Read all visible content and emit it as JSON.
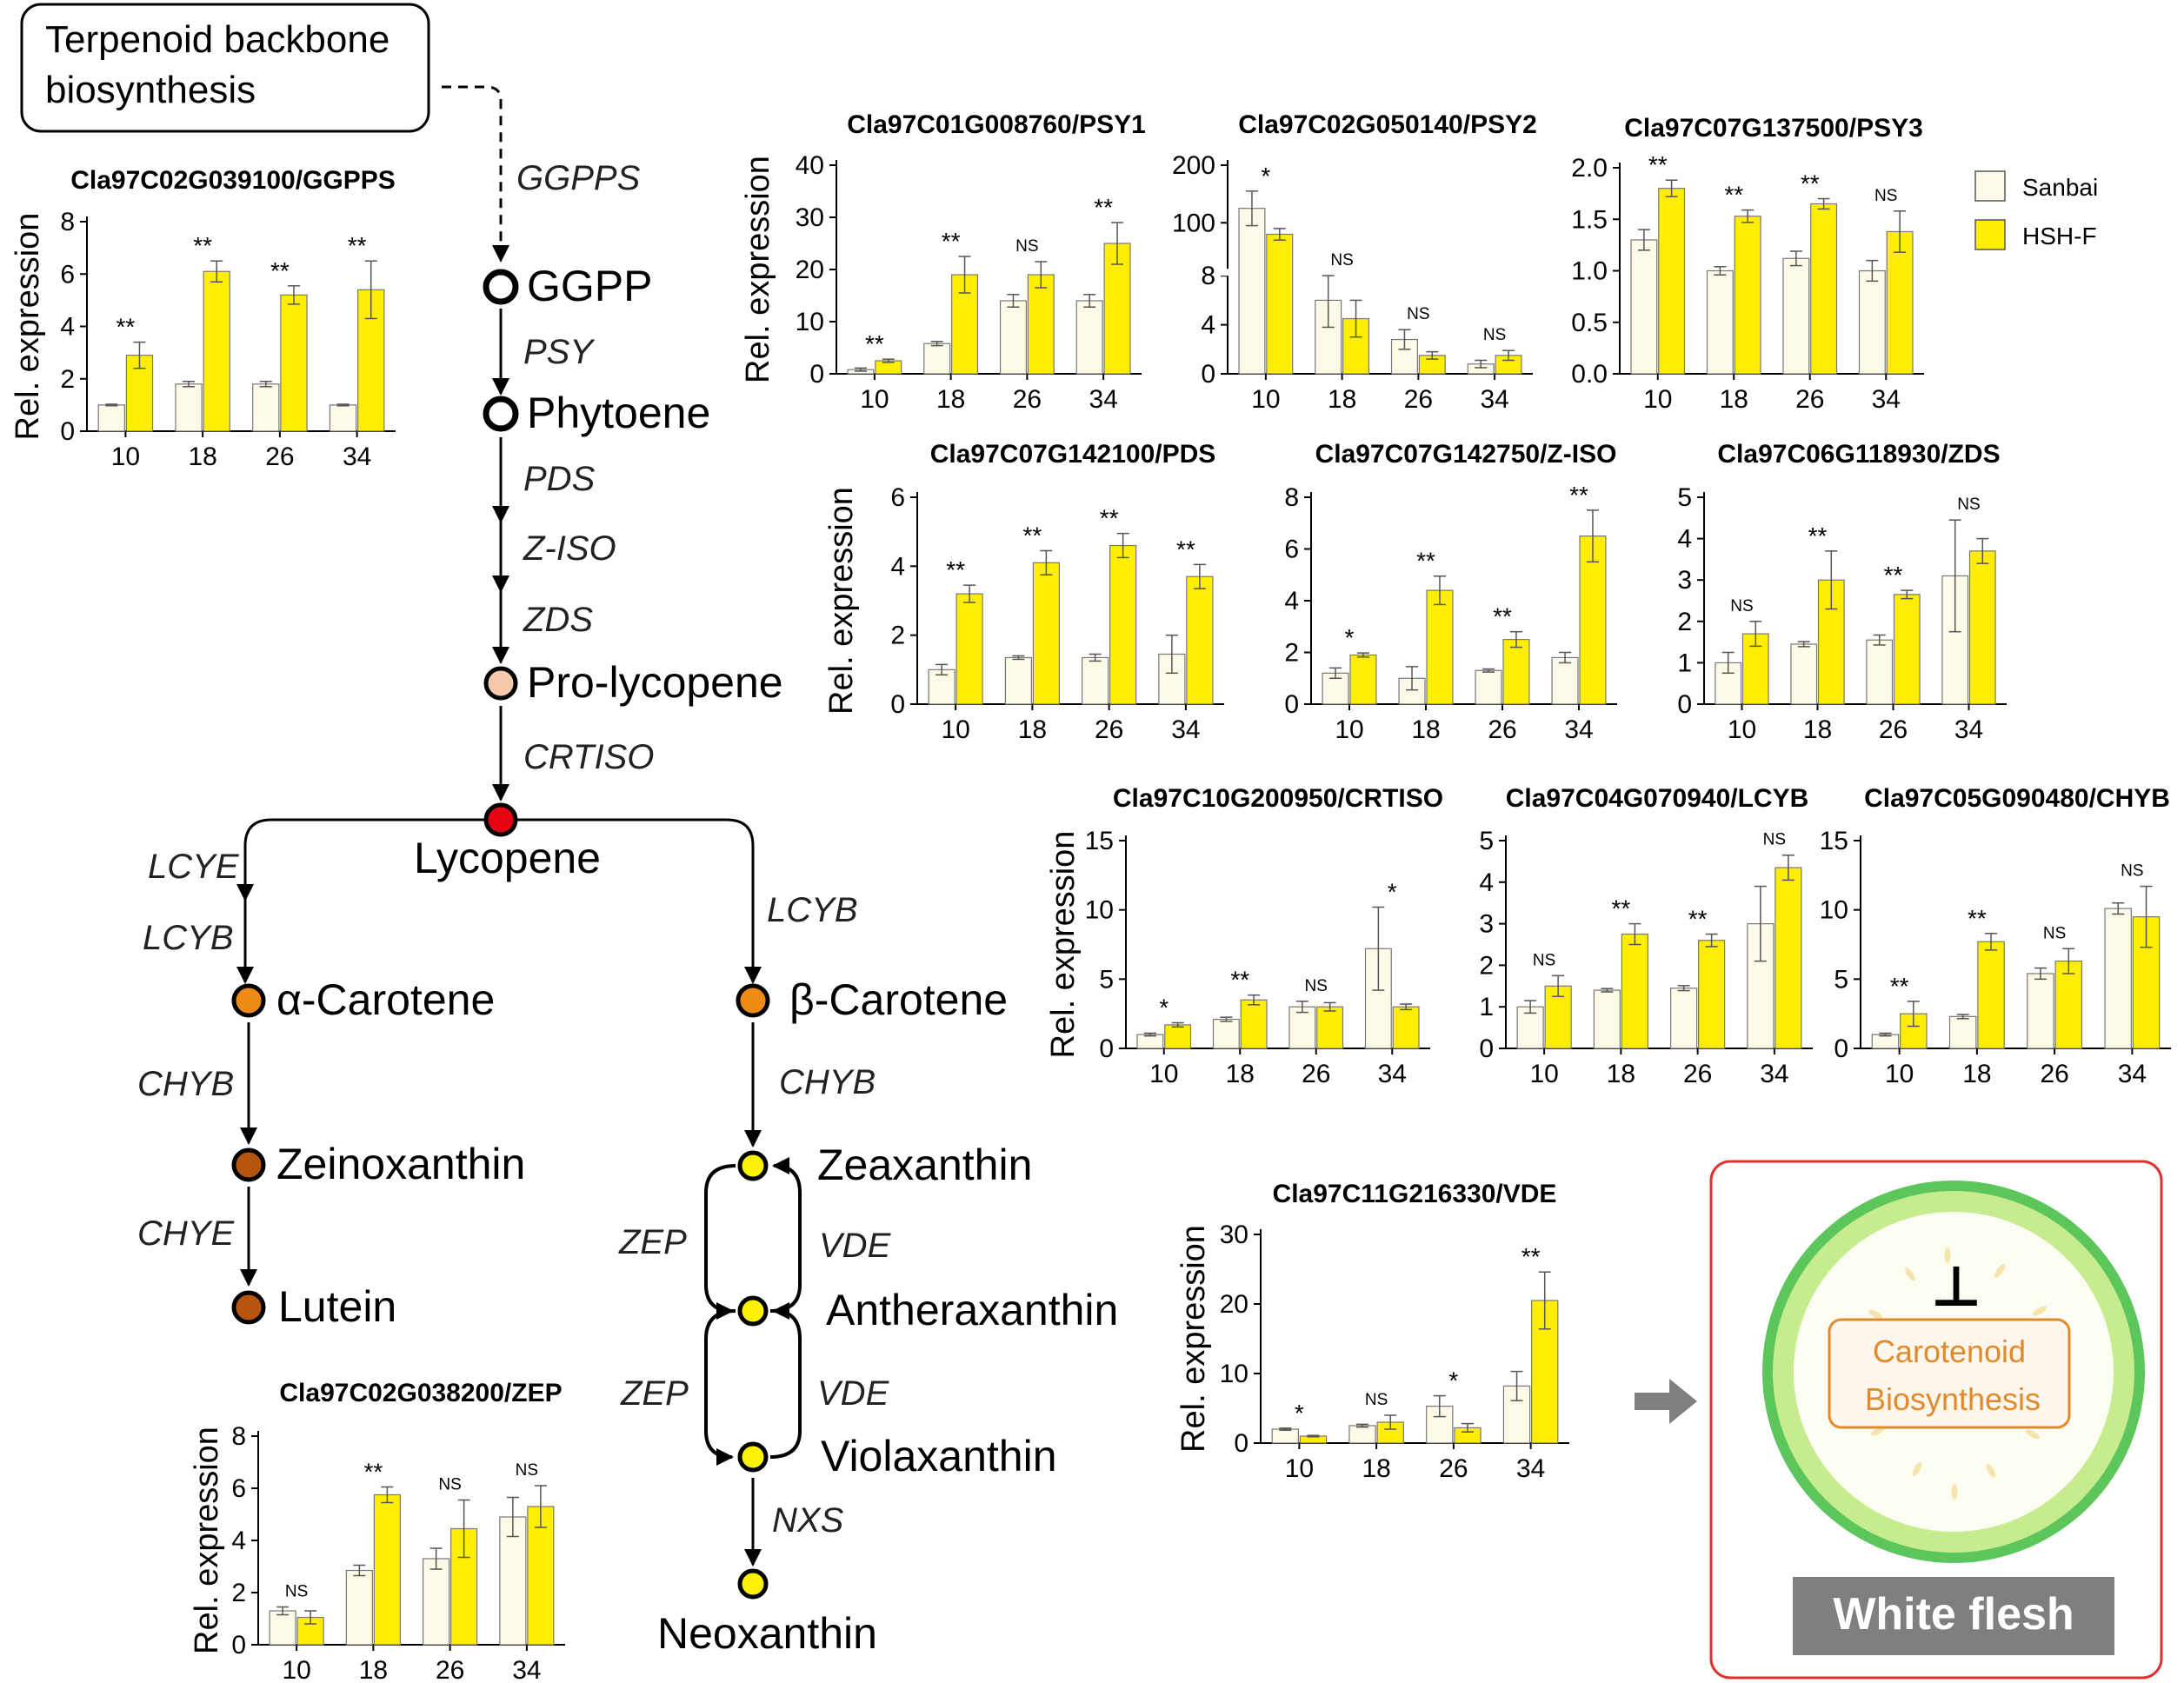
{
  "pathway": {
    "backbone_label": [
      "Terpenoid backbone",
      "biosynthesis"
    ],
    "metabolites": {
      "ggpp": "GGPP",
      "phytoene": "Phytoene",
      "prolycopene": "Pro-lycopene",
      "lycopene": "Lycopene",
      "acarotene": "α-Carotene",
      "bcarotene": "β-Carotene",
      "zeinoxanthin": "Zeinoxanthin",
      "lutein": "Lutein",
      "zeaxanthin": "Zeaxanthin",
      "antheraxanthin": "Antheraxanthin",
      "violaxanthin": "Violaxanthin",
      "neoxanthin": "Neoxanthin"
    },
    "enzymes": {
      "ggpps": "GGPPS",
      "psy": "PSY",
      "pds": "PDS",
      "ziso": "Z-ISO",
      "zds": "ZDS",
      "crtiso": "CRTISO",
      "lcye": "LCYE",
      "lcyb_left": "LCYB",
      "lcyb_right": "LCYB",
      "chyb_left": "CHYB",
      "chye": "CHYE",
      "chyb_right": "CHYB",
      "zep1": "ZEP",
      "vde1": "VDE",
      "zep2": "ZEP",
      "vde2": "VDE",
      "nxs": "NXS"
    }
  },
  "legend": {
    "sanbai": "Sanbai",
    "hshf": "HSH-F"
  },
  "y_axis_label": "Rel. expression",
  "colors": {
    "sanbai": "#fdfbe8",
    "hshf": "#ffee00",
    "frame": "#e03030",
    "rind_outer": "#5cc65c",
    "rind_inner": "#c6ec8e",
    "flesh": "#fbfdf3",
    "accent": "#e08a2c",
    "banner": "#7f7f7f"
  },
  "conclusion": {
    "inhibit_symbol": "⊥",
    "box_line1": "Carotenoid",
    "box_line2": "Biosynthesis",
    "banner": "White flesh"
  },
  "chart_data": [
    {
      "type": "bar",
      "title": "Cla97C02G039100/GGPPS",
      "categories": [
        "10",
        "18",
        "26",
        "34"
      ],
      "ylim": [
        0,
        8
      ],
      "yticks": [
        0,
        2,
        4,
        6,
        8
      ],
      "series": [
        {
          "name": "Sanbai",
          "values": [
            1.0,
            1.8,
            1.8,
            1.0
          ]
        },
        {
          "name": "HSH-F",
          "values": [
            2.9,
            6.1,
            5.2,
            5.4
          ]
        }
      ],
      "significance": [
        "**",
        "**",
        "**",
        "**"
      ]
    },
    {
      "type": "bar",
      "title": "Cla97C01G008760/PSY1",
      "categories": [
        "10",
        "18",
        "26",
        "34"
      ],
      "ylim": [
        0,
        40
      ],
      "yticks": [
        0,
        10,
        20,
        30,
        40
      ],
      "series": [
        {
          "name": "Sanbai",
          "values": [
            0.8,
            5.8,
            14,
            14
          ]
        },
        {
          "name": "HSH-F",
          "values": [
            2.5,
            19,
            19,
            25
          ]
        }
      ],
      "significance": [
        "**",
        "**",
        "NS",
        "**"
      ]
    },
    {
      "type": "bar",
      "title": "Cla97C02G050140/PSY2",
      "categories": [
        "10",
        "18",
        "26",
        "34"
      ],
      "yticks": [
        0,
        4,
        8,
        100,
        200
      ],
      "series": [
        {
          "name": "Sanbai",
          "values": [
            125,
            6,
            2.8,
            0.8
          ]
        },
        {
          "name": "HSH-F",
          "values": [
            80,
            4.5,
            1.5,
            1.5
          ]
        }
      ],
      "significance": [
        "*",
        "NS",
        "NS",
        "NS"
      ]
    },
    {
      "type": "bar",
      "title": "Cla97C07G137500/PSY3",
      "categories": [
        "10",
        "18",
        "26",
        "34"
      ],
      "ylim": [
        0,
        2.0
      ],
      "yticks": [
        "0.0",
        "0.5",
        "1.0",
        "1.5",
        "2.0"
      ],
      "series": [
        {
          "name": "Sanbai",
          "values": [
            1.3,
            1.0,
            1.12,
            1.0
          ]
        },
        {
          "name": "HSH-F",
          "values": [
            1.8,
            1.53,
            1.65,
            1.38
          ]
        }
      ],
      "significance": [
        "**",
        "**",
        "**",
        "NS"
      ]
    },
    {
      "type": "bar",
      "title": "Cla97C07G142100/PDS",
      "categories": [
        "10",
        "18",
        "26",
        "34"
      ],
      "ylim": [
        0,
        6
      ],
      "yticks": [
        0,
        2,
        4,
        6
      ],
      "series": [
        {
          "name": "Sanbai",
          "values": [
            1.0,
            1.35,
            1.35,
            1.45
          ]
        },
        {
          "name": "HSH-F",
          "values": [
            3.2,
            4.1,
            4.6,
            3.7
          ]
        }
      ],
      "significance": [
        "**",
        "**",
        "**",
        "**"
      ]
    },
    {
      "type": "bar",
      "title": "Cla97C07G142750/Z-ISO",
      "categories": [
        "10",
        "18",
        "26",
        "34"
      ],
      "ylim": [
        0,
        8
      ],
      "yticks": [
        0,
        2,
        4,
        6,
        8
      ],
      "series": [
        {
          "name": "Sanbai",
          "values": [
            1.2,
            1.0,
            1.3,
            1.8
          ]
        },
        {
          "name": "HSH-F",
          "values": [
            1.9,
            4.4,
            2.5,
            6.5
          ]
        }
      ],
      "significance": [
        "*",
        "**",
        "**",
        "**"
      ]
    },
    {
      "type": "bar",
      "title": "Cla97C06G118930/ZDS",
      "categories": [
        "10",
        "18",
        "26",
        "34"
      ],
      "ylim": [
        0,
        5
      ],
      "yticks": [
        0,
        1,
        2,
        3,
        4,
        5
      ],
      "series": [
        {
          "name": "Sanbai",
          "values": [
            1.0,
            1.45,
            1.55,
            3.1
          ]
        },
        {
          "name": "HSH-F",
          "values": [
            1.7,
            3.0,
            2.65,
            3.7
          ]
        }
      ],
      "significance": [
        "NS",
        "**",
        "**",
        "NS"
      ]
    },
    {
      "type": "bar",
      "title": "Cla97C10G200950/CRTISO",
      "categories": [
        "10",
        "18",
        "26",
        "34"
      ],
      "ylim": [
        0,
        15
      ],
      "yticks": [
        0,
        5,
        10,
        15
      ],
      "series": [
        {
          "name": "Sanbai",
          "values": [
            1.0,
            2.1,
            3.0,
            7.2
          ]
        },
        {
          "name": "HSH-F",
          "values": [
            1.7,
            3.5,
            3.0,
            3.0
          ]
        }
      ],
      "significance": [
        "*",
        "**",
        "NS",
        "*"
      ]
    },
    {
      "type": "bar",
      "title": "Cla97C04G070940/LCYB",
      "categories": [
        "10",
        "18",
        "26",
        "34"
      ],
      "ylim": [
        0,
        5
      ],
      "yticks": [
        0,
        1,
        2,
        3,
        4,
        5
      ],
      "series": [
        {
          "name": "Sanbai",
          "values": [
            1.0,
            1.4,
            1.45,
            3.0
          ]
        },
        {
          "name": "HSH-F",
          "values": [
            1.5,
            2.75,
            2.6,
            4.35
          ]
        }
      ],
      "significance": [
        "NS",
        "**",
        "**",
        "NS"
      ]
    },
    {
      "type": "bar",
      "title": "Cla97C05G090480/CHYB",
      "categories": [
        "10",
        "18",
        "26",
        "34"
      ],
      "ylim": [
        0,
        15
      ],
      "yticks": [
        0,
        5,
        10,
        15
      ],
      "series": [
        {
          "name": "Sanbai",
          "values": [
            1.0,
            2.3,
            5.4,
            10.1
          ]
        },
        {
          "name": "HSH-F",
          "values": [
            2.5,
            7.7,
            6.3,
            9.5
          ]
        }
      ],
      "significance": [
        "**",
        "**",
        "NS",
        "NS"
      ]
    },
    {
      "type": "bar",
      "title": "Cla97C11G216330/VDE",
      "categories": [
        "10",
        "18",
        "26",
        "34"
      ],
      "ylim": [
        0,
        30
      ],
      "yticks": [
        0,
        10,
        20,
        30
      ],
      "series": [
        {
          "name": "Sanbai",
          "values": [
            2.0,
            2.5,
            5.3,
            8.2
          ]
        },
        {
          "name": "HSH-F",
          "values": [
            1.0,
            3.0,
            2.2,
            20.5
          ]
        }
      ],
      "significance": [
        "*",
        "NS",
        "*",
        "**"
      ]
    },
    {
      "type": "bar",
      "title": "Cla97C02G038200/ZEP",
      "categories": [
        "10",
        "18",
        "26",
        "34"
      ],
      "ylim": [
        0,
        8
      ],
      "yticks": [
        0,
        2,
        4,
        6,
        8
      ],
      "series": [
        {
          "name": "Sanbai",
          "values": [
            1.3,
            2.85,
            3.3,
            4.9
          ]
        },
        {
          "name": "HSH-F",
          "values": [
            1.05,
            5.75,
            4.45,
            5.3
          ]
        }
      ],
      "significance": [
        "NS",
        "**",
        "NS",
        "NS"
      ]
    }
  ]
}
